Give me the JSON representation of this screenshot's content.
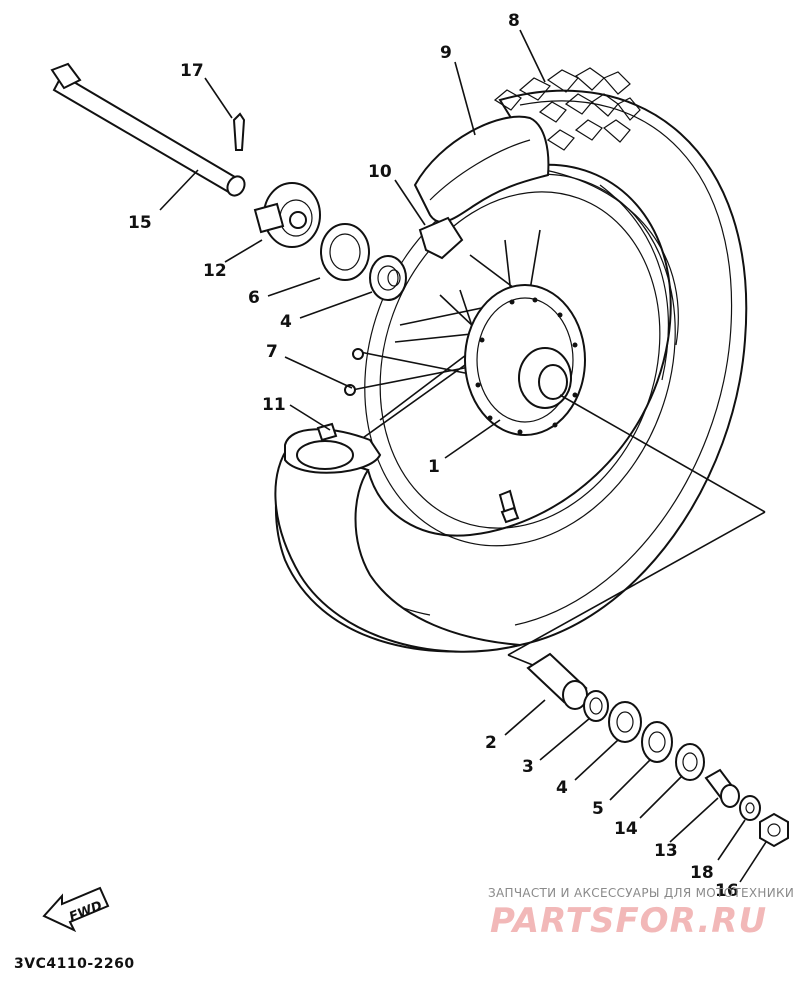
{
  "diagram": {
    "drawing_code": "3VC4110-2260",
    "direction_label": "FWD",
    "watermark": {
      "line1": "ЗАПЧАСТИ И АКСЕССУАРЫ ДЛЯ МОТОТЕХНИКИ",
      "line2": "PARTSFOR.RU"
    },
    "callouts": [
      {
        "id": "17",
        "label": "17"
      },
      {
        "id": "15",
        "label": "15"
      },
      {
        "id": "12",
        "label": "12"
      },
      {
        "id": "6",
        "label": "6"
      },
      {
        "id": "4a",
        "label": "4"
      },
      {
        "id": "7",
        "label": "7"
      },
      {
        "id": "11",
        "label": "11"
      },
      {
        "id": "10",
        "label": "10"
      },
      {
        "id": "9",
        "label": "9"
      },
      {
        "id": "8",
        "label": "8"
      },
      {
        "id": "1",
        "label": "1"
      },
      {
        "id": "2",
        "label": "2"
      },
      {
        "id": "3",
        "label": "3"
      },
      {
        "id": "4b",
        "label": "4"
      },
      {
        "id": "5",
        "label": "5"
      },
      {
        "id": "14",
        "label": "14"
      },
      {
        "id": "13",
        "label": "13"
      },
      {
        "id": "18",
        "label": "18"
      },
      {
        "id": "16",
        "label": "16"
      }
    ]
  }
}
